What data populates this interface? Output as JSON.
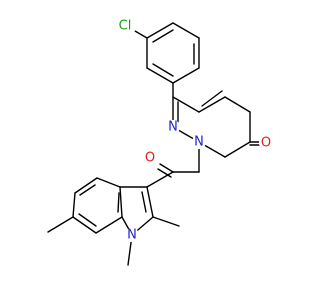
{
  "molecule": {
    "atoms": {
      "cl": {
        "symbol": "Cl",
        "color": "#1a9e1a"
      },
      "n_ring_a": {
        "symbol": "N",
        "color": "#1f1fd6"
      },
      "n_ring_b": {
        "symbol": "N",
        "color": "#1f1fd6"
      },
      "n_indole": {
        "symbol": "N",
        "color": "#1f1fd6"
      },
      "o_ring": {
        "symbol": "O",
        "color": "#e0201e"
      },
      "o_ketone": {
        "symbol": "O",
        "color": "#e0201e"
      }
    },
    "bond_color": "#000000"
  }
}
